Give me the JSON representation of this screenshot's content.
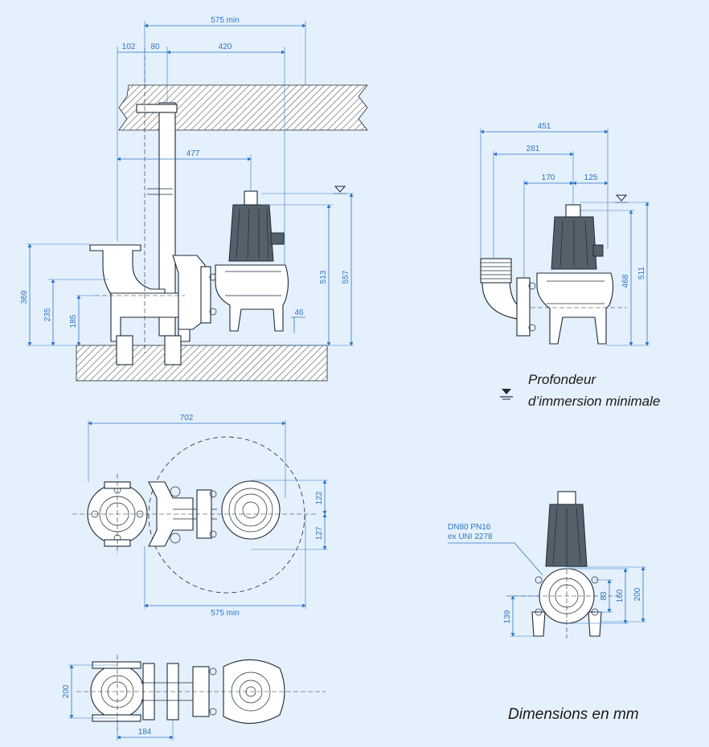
{
  "colors": {
    "background": "#e4f0fb",
    "dimension": "#2e76c8",
    "outline": "#1d2a36"
  },
  "side_view": {
    "dims": {
      "d575": "575 min",
      "d102": "102",
      "d80": "80",
      "d420": "420",
      "d477": "477",
      "d513": "513",
      "d557": "557",
      "d369": "369",
      "d235": "235",
      "d185": "185",
      "d46": "46"
    }
  },
  "front_view": {
    "dims": {
      "d451": "451",
      "d281": "281",
      "d170": "170",
      "d125": "125",
      "d468": "468",
      "d511": "511"
    }
  },
  "legend": {
    "icon": "water-level-symbol-icon",
    "line1": "Profondeur",
    "line2": "d’immersion minimale"
  },
  "top_view": {
    "dims": {
      "d702": "702",
      "d575b": "575 min",
      "d122": "122",
      "d127": "127"
    }
  },
  "bottom_view": {
    "dims": {
      "d200": "200",
      "d184": "184"
    }
  },
  "flange_view": {
    "label1": "DN80 PN16",
    "label2": "ex UNI 2278",
    "dims": {
      "d139": "139",
      "d83": "83",
      "d160": "160",
      "d200": "200"
    }
  },
  "footer": {
    "note": "Dimensions en mm"
  }
}
